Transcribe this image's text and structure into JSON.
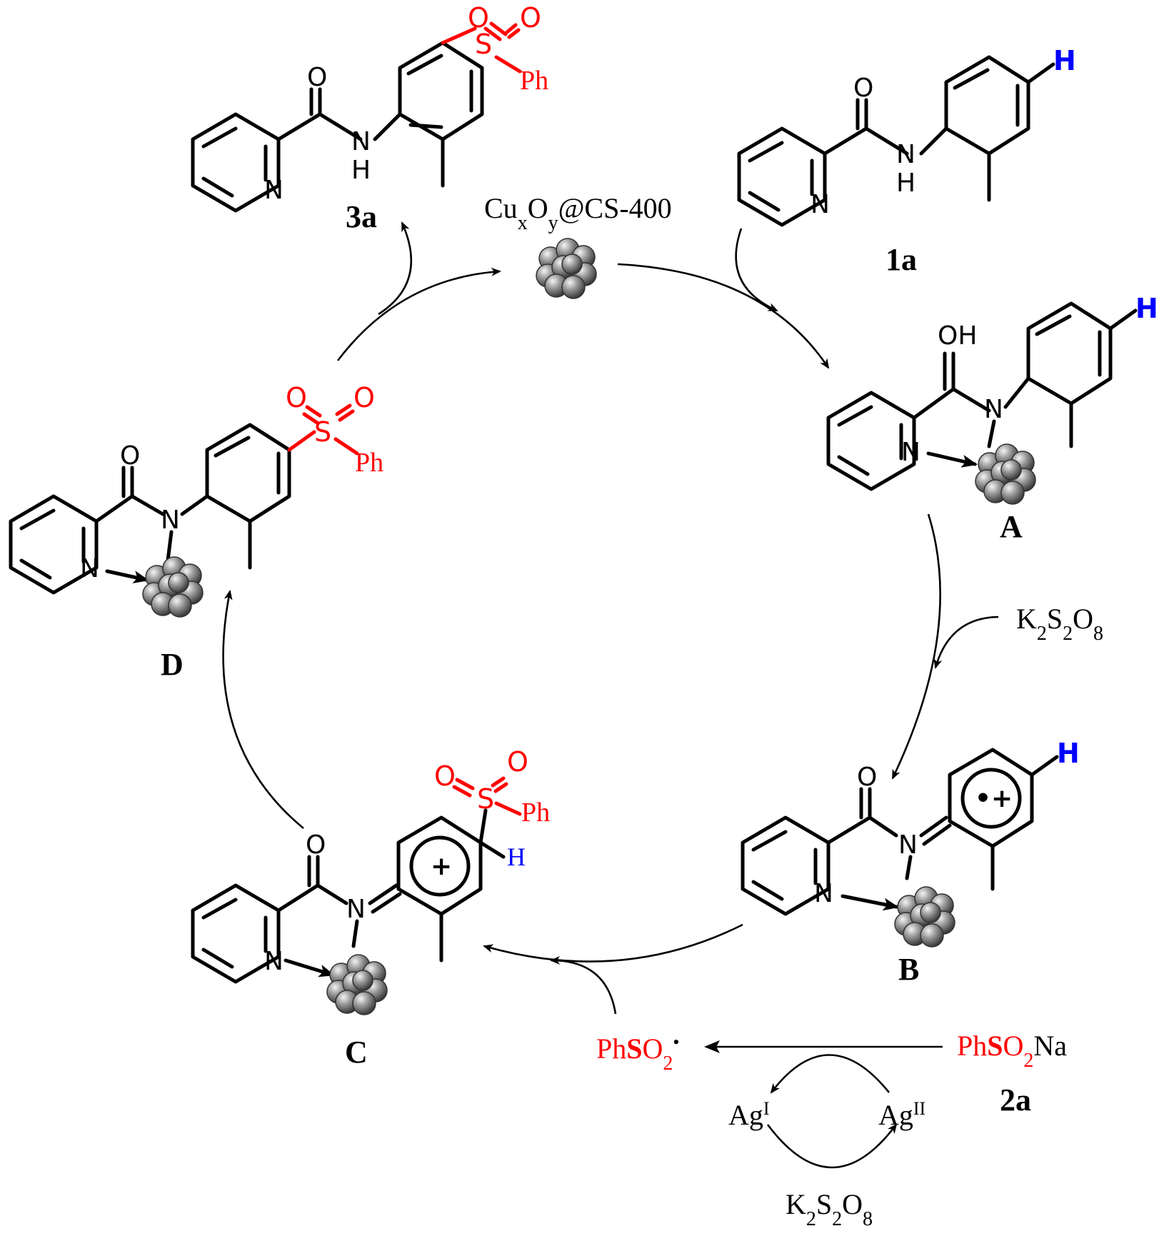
{
  "catalyst": {
    "label_main": "Cu",
    "label_sub_x": "x",
    "label_o": "O",
    "label_sub_y": "y",
    "label_rest": "@CS-400"
  },
  "compounds": {
    "c3a": {
      "label": "3a",
      "carbonyl_o": "O",
      "n": "N",
      "nh_h": "H",
      "nh_n": "N",
      "s": "S",
      "so_o1": "O",
      "so_o2": "O",
      "ph": "Ph"
    },
    "c1a": {
      "label": "1a",
      "carbonyl_o": "O",
      "n": "N",
      "nh_h": "H",
      "nh_n": "N",
      "h_mark": "H"
    },
    "A": {
      "label": "A",
      "oh": "OH",
      "n_amide": "N",
      "n_py": "N",
      "h_mark": "H"
    },
    "B": {
      "label": "B",
      "carbonyl_o": "O",
      "n_amide": "N",
      "n_py": "N",
      "h_mark": "H",
      "radical_cation": "•+"
    },
    "C": {
      "label": "C",
      "carbonyl_o": "O",
      "n_amide": "N",
      "n_py": "N",
      "cation": "+",
      "s": "S",
      "so_o1": "O",
      "so_o2": "O",
      "ph": "Ph",
      "h_mark": "H"
    },
    "D": {
      "label": "D",
      "carbonyl_o": "O",
      "n_amide": "N",
      "n_py": "N",
      "s": "S",
      "so_o1": "O",
      "so_o2": "O",
      "ph": "Ph"
    }
  },
  "reagents": {
    "oxidant_top": {
      "k": "K",
      "k_sub": "2",
      "s": "S",
      "s_sub": "2",
      "o": "O",
      "o_sub": "8"
    },
    "oxidant_bottom": {
      "k": "K",
      "k_sub": "2",
      "s": "S",
      "s_sub": "2",
      "o": "O",
      "o_sub": "8"
    },
    "sulfinate": {
      "ph": "Ph",
      "s": "S",
      "o": "O",
      "sub": "2",
      "na": "Na",
      "label": "2a"
    },
    "radical": {
      "ph": "Ph",
      "s": "S",
      "o": "O",
      "sub": "2",
      "dot": "•"
    },
    "silver_1": {
      "ag": "Ag",
      "sup": "I"
    },
    "silver_2": {
      "ag": "Ag",
      "sup": "II"
    }
  },
  "colors": {
    "sulfonyl": "#ff0000",
    "c_h_hydrogen": "#0000ff",
    "bonds": "#000000",
    "nanoparticle": "#8a8a8a"
  }
}
